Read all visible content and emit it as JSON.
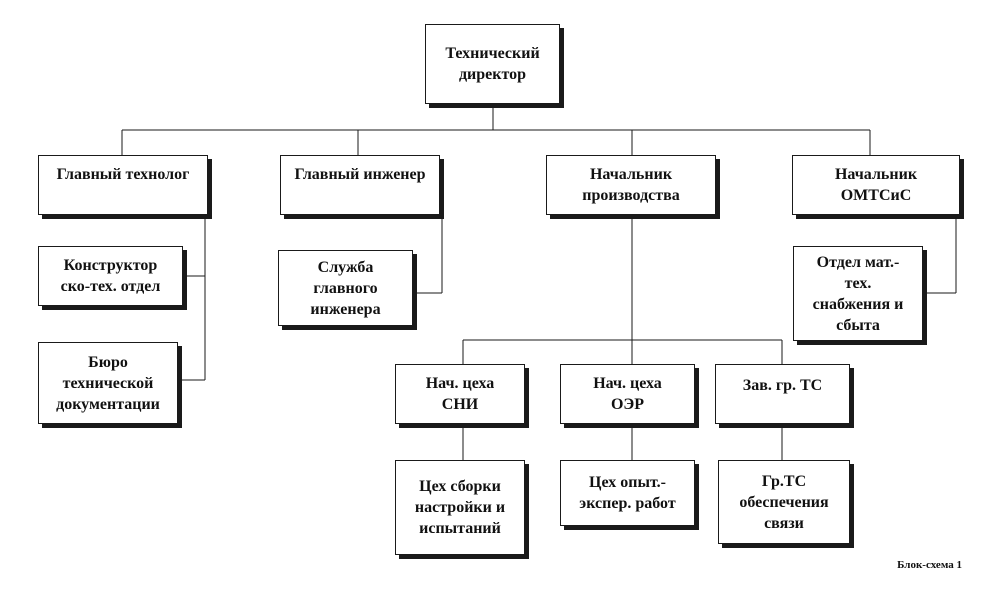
{
  "nodes": {
    "tech_director": "Технический\nдиректор",
    "chief_technologist": "Главный технолог",
    "chief_engineer": "Главный инженер",
    "production_head": "Начальник\nпроизводства",
    "omtsis_head": "Начальник\nОМТСиС",
    "design_dept": "Конструктор\nско-тех. отдел",
    "tech_docs_bureau": "Бюро\nтехнической\nдокументации",
    "chief_engineer_service": "Служба\nглавного\nинженера",
    "supply_sales_dept": "Отдел мат.-\nтех.\nснабжения и\nсбыта",
    "sni_shop_head": "Нач. цеха\nСНИ",
    "oer_shop_head": "Нач. цеха\nОЭР",
    "ts_group_head": "Зав. гр. ТС",
    "assembly_shop": "Цех сборки\nнастройки и\nиспытаний",
    "experimental_shop": "Цех опыт.-\nэкспер. работ",
    "comm_group": "Гр.ТС\nобеспечения\nсвязи"
  },
  "caption": "Блок-схема 1",
  "colors": {
    "line": "#1a1a1a",
    "border": "#1a1a1a",
    "text": "#111111",
    "background": "#ffffff"
  }
}
